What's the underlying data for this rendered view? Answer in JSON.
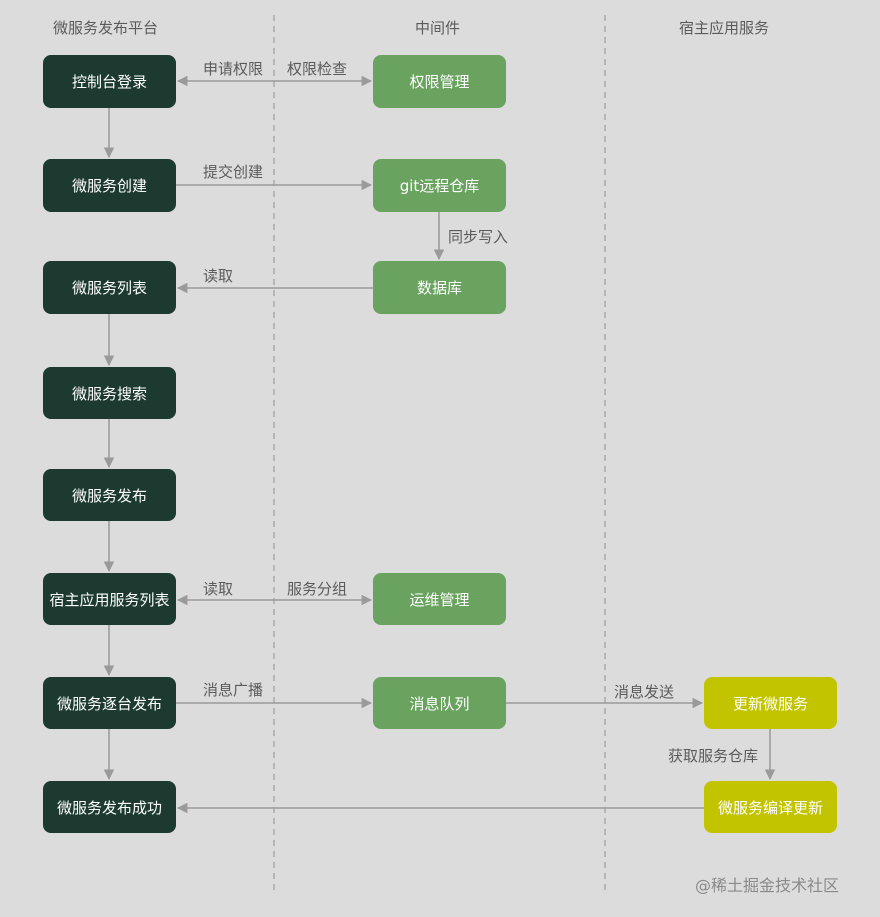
{
  "lanes": [
    "微服务发布平台",
    "中间件",
    "宿主应用服务"
  ],
  "nodes": {
    "console_login": "控制台登录",
    "ms_create": "微服务创建",
    "ms_list": "微服务列表",
    "ms_search": "微服务搜索",
    "ms_publish": "微服务发布",
    "host_list": "宿主应用服务列表",
    "ms_rollout": "微服务逐台发布",
    "ms_success": "微服务发布成功",
    "perm_mgmt": "权限管理",
    "git_repo": "git远程仓库",
    "database": "数据库",
    "ops_mgmt": "运维管理",
    "msg_queue": "消息队列",
    "update_ms": "更新微服务",
    "compile_update": "微服务编译更新"
  },
  "edge_labels": {
    "apply_perm": "申请权限",
    "perm_check": "权限检查",
    "submit_create": "提交创建",
    "sync_write": "同步写入",
    "read_db": "读取",
    "read_ops": "读取",
    "service_group": "服务分组",
    "msg_broadcast": "消息广播",
    "msg_send": "消息发送",
    "fetch_repo": "获取服务仓库"
  },
  "colors": {
    "background": "#dcdcdc",
    "platform_node": "#1c3a2f",
    "middleware_node": "#6aa360",
    "host_node": "#c3c400",
    "arrow": "#9a9a9a",
    "lane_divider": "#8f8f8f"
  },
  "watermark": "@稀土掘金技术社区"
}
